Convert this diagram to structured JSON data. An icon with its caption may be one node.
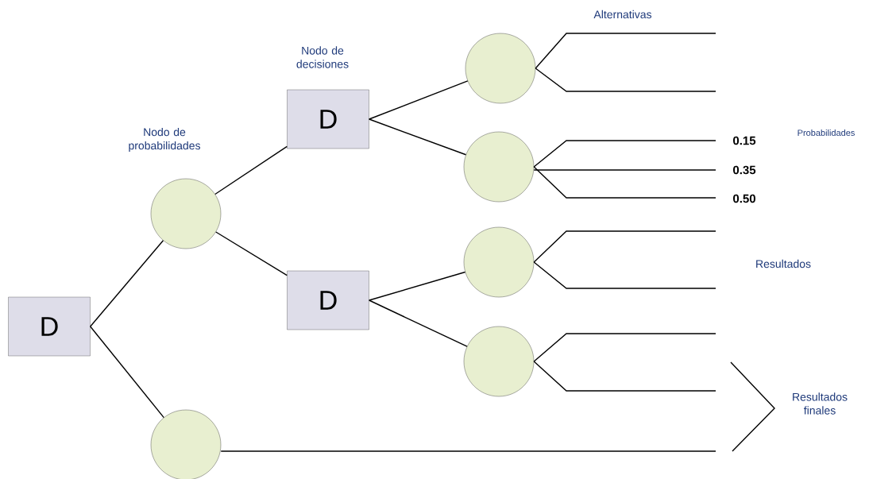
{
  "diagram": {
    "nodes": [
      {
        "text": [
          "D"
        ]
      },
      {
        "text": [],
        "shape": "circle"
      },
      {
        "text": [
          "D"
        ]
      },
      {
        "text": [
          "D"
        ]
      },
      {
        "text": [],
        "shape": "circle"
      },
      {
        "text": [],
        "shape": "circle"
      },
      {
        "text": [],
        "shape": "circle"
      },
      {
        "text": [],
        "shape": "circle"
      },
      {
        "text": [],
        "shape": "circle"
      }
    ],
    "edges": [
      {
        "from": 0,
        "to": 1,
        "arrow": "none"
      },
      {
        "from": 0,
        "to": 4,
        "arrow": "none"
      },
      {
        "from": 1,
        "to": 2,
        "arrow": "none"
      },
      {
        "from": 1,
        "to": 3,
        "arrow": "none"
      },
      {
        "from": 2,
        "to": 5,
        "arrow": "none"
      },
      {
        "from": 2,
        "to": 6,
        "arrow": "none"
      },
      {
        "from": 3,
        "to": 7,
        "arrow": "none"
      },
      {
        "from": 3,
        "to": 8,
        "arrow": "none"
      },
      {
        "from": 5,
        "to": null,
        "arrow": "none"
      },
      {
        "from": 5,
        "to": null,
        "arrow": "none"
      },
      {
        "from": 6,
        "to": null,
        "arrow": "none"
      },
      {
        "from": 6,
        "to": null,
        "arrow": "none"
      },
      {
        "from": 6,
        "to": null,
        "arrow": "none"
      },
      {
        "from": 7,
        "to": null,
        "arrow": "none"
      },
      {
        "from": 7,
        "to": null,
        "arrow": "none"
      },
      {
        "from": 8,
        "to": null,
        "arrow": "none"
      },
      {
        "from": 8,
        "to": null,
        "arrow": "none"
      },
      {
        "from": 4,
        "to": null,
        "arrow": "none"
      }
    ],
    "labels": [
      "Alternativas",
      "Nodo de decisiones",
      "Probabilidades",
      "Nodo de probabilidades",
      "0.15",
      "0.35",
      "0.50",
      "Resultados",
      "Resultados finales"
    ]
  }
}
